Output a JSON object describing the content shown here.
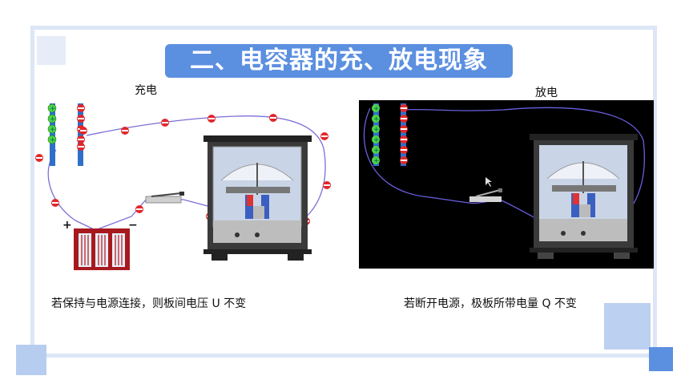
{
  "slide": {
    "title": "二、电容器的充、放电现象",
    "left_label": "充电",
    "right_label": "放电",
    "left_caption": "若保持与电源连接，则板间电压 U 不变",
    "right_caption": "若断开电源，极板所带电量 Q 不变"
  },
  "diagram_text": {
    "battery_plus": "+",
    "battery_minus": "−"
  },
  "colors": {
    "accent": "#5b8fe0",
    "frame": "#dce6f6",
    "square_light": "#b7cdf0",
    "square_dark": "#5b8fe0",
    "wire": "#7a6fd6",
    "charge_negative": "#e0282c",
    "charge_positive": "#2ec23a"
  }
}
